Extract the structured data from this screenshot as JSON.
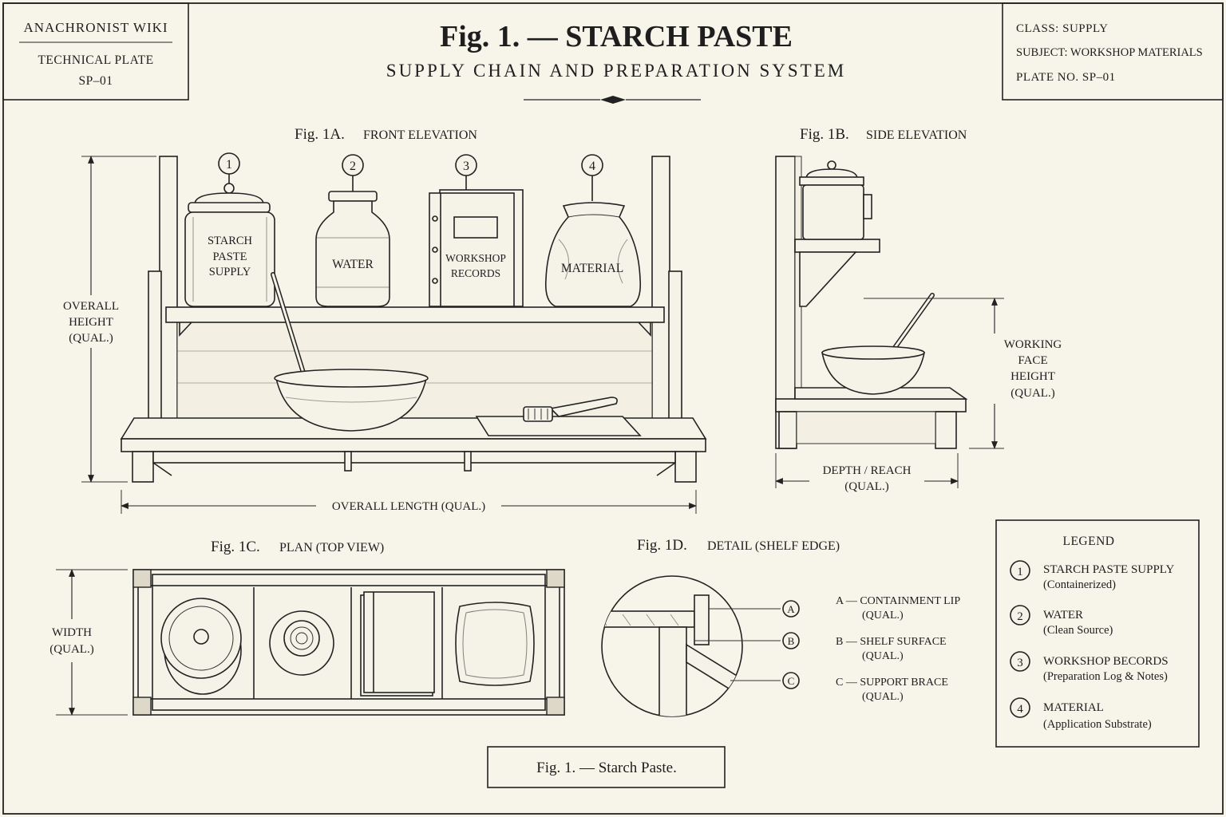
{
  "titlebox_left": {
    "line1": "ANACHRONIST WIKI",
    "line2": "TECHNICAL PLATE",
    "line3": "SP–01"
  },
  "header": {
    "title": "Fig. 1. — STARCH PASTE",
    "subtitle": "SUPPLY CHAIN AND PREPARATION SYSTEM"
  },
  "titlebox_right": {
    "class": "CLASS:  SUPPLY",
    "subject": "SUBJECT:  WORKSHOP MATERIALS",
    "plate": "PLATE  NO.  SP–01"
  },
  "fig1a": {
    "num": "Fig. 1A.",
    "name": "FRONT ELEVATION",
    "callouts": [
      "1",
      "2",
      "3",
      "4"
    ],
    "jar_label": [
      "STARCH",
      "PASTE",
      "SUPPLY"
    ],
    "water_label": "WATER",
    "book_label": [
      "WORKSHOP",
      "RECORDS"
    ],
    "bag_label": "MATERIAL",
    "dim_height": [
      "OVERALL",
      "HEIGHT",
      "(QUAL.)"
    ],
    "dim_length": "OVERALL LENGTH (QUAL.)"
  },
  "fig1b": {
    "num": "Fig. 1B.",
    "name": "SIDE ELEVATION",
    "dim_height": [
      "WORKING",
      "FACE",
      "HEIGHT",
      "(QUAL.)"
    ],
    "dim_depth": [
      "DEPTH / REACH",
      "(QUAL.)"
    ]
  },
  "fig1c": {
    "num": "Fig. 1C.",
    "name": "PLAN (TOP VIEW)",
    "dim_width": [
      "WIDTH",
      "(QUAL.)"
    ]
  },
  "fig1d": {
    "num": "Fig. 1D.",
    "name": "DETAIL (SHELF EDGE)",
    "markers": [
      "A",
      "B",
      "C"
    ],
    "items": [
      {
        "label": "A — CONTAINMENT LIP",
        "qual": "(QUAL.)"
      },
      {
        "label": "B — SHELF SURFACE",
        "qual": "(QUAL.)"
      },
      {
        "label": "C — SUPPORT BRACE",
        "qual": "(QUAL.)"
      }
    ]
  },
  "legend": {
    "title": "LEGEND",
    "items": [
      {
        "num": "1",
        "name": "STARCH PASTE SUPPLY",
        "desc": "(Containerized)"
      },
      {
        "num": "2",
        "name": "WATER",
        "desc": "(Clean Source)"
      },
      {
        "num": "3",
        "name": "WORKSHOP BECORDS",
        "desc": "(Preparation Log & Notes)"
      },
      {
        "num": "4",
        "name": "MATERIAL",
        "desc": "(Application Substrate)"
      }
    ]
  },
  "caption": "Fig. 1. — Starch Paste."
}
